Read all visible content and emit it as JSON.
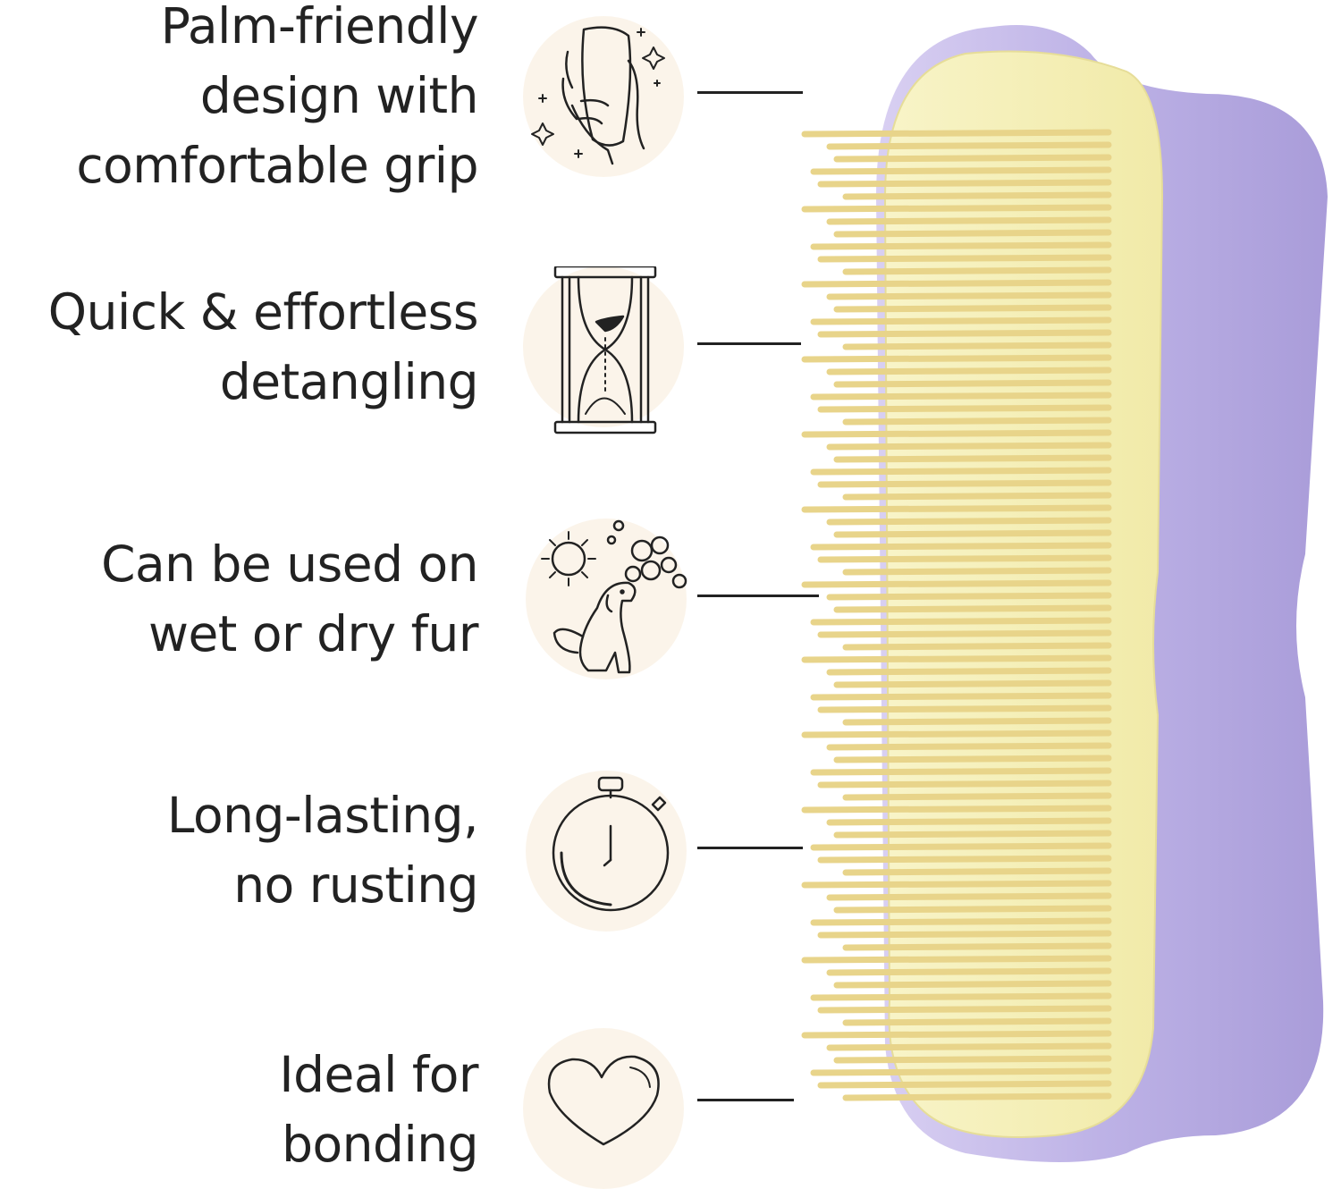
{
  "features": [
    {
      "lines": [
        "Palm-friendly",
        "design with",
        "comfortable grip"
      ],
      "icon": "hand-holding-brush-icon"
    },
    {
      "lines": [
        "Quick & effortless",
        "detangling"
      ],
      "icon": "hourglass-icon"
    },
    {
      "lines": [
        "Can be used on",
        "wet or dry fur"
      ],
      "icon": "dog-sun-bubbles-icon"
    },
    {
      "lines": [
        "Long-lasting,",
        "no rusting"
      ],
      "icon": "stopwatch-icon"
    },
    {
      "lines": [
        "Ideal for",
        "bonding"
      ],
      "icon": "heart-icon"
    }
  ],
  "colors": {
    "text": "#222222",
    "icon_bg": "#fbf3e8",
    "brush_body": "#b9aee3",
    "brush_pad": "#f5f0b8",
    "bristles": "#ead98a"
  }
}
